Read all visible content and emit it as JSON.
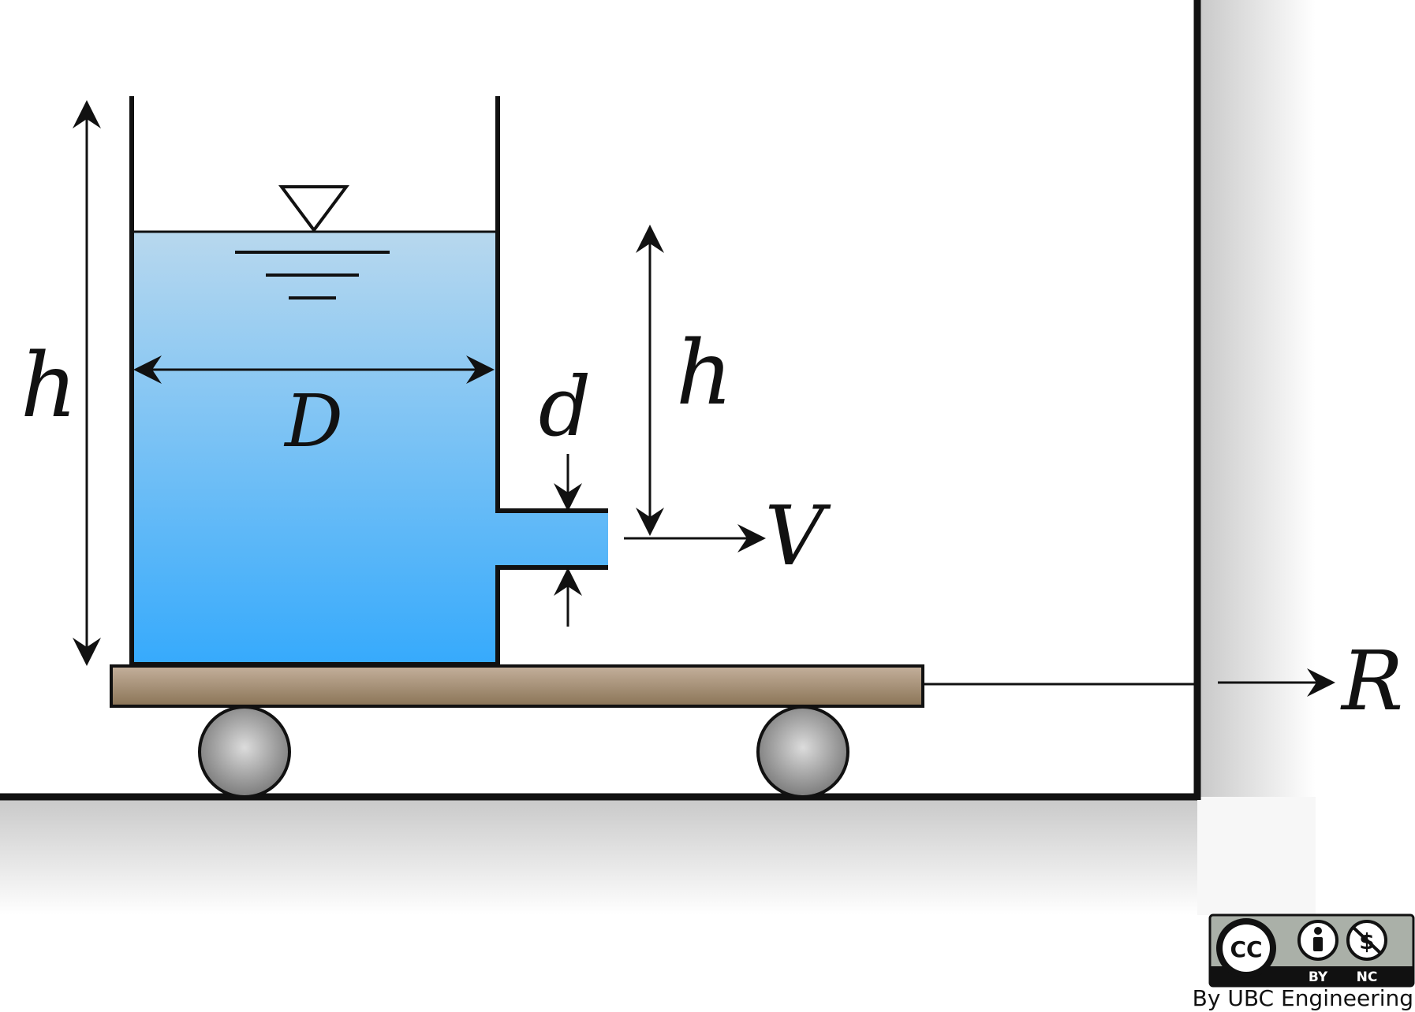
{
  "diagram": {
    "labels": {
      "h_tank": "h",
      "h_jet": "h",
      "diameter": "D",
      "nozzle_diameter": "d",
      "velocity": "V",
      "reaction": "R"
    },
    "colors": {
      "water_top": "#b8d8ee",
      "water_bottom": "#36aafc",
      "cart_top": "#c4b09c",
      "cart_bottom": "#8a7456",
      "wheel_center": "#dcdcdc",
      "wheel_edge": "#7c7c7c",
      "line": "#111111"
    }
  },
  "license": {
    "cc": "CC",
    "by": "BY",
    "nc": "NC",
    "credit": "By UBC Engineering"
  }
}
